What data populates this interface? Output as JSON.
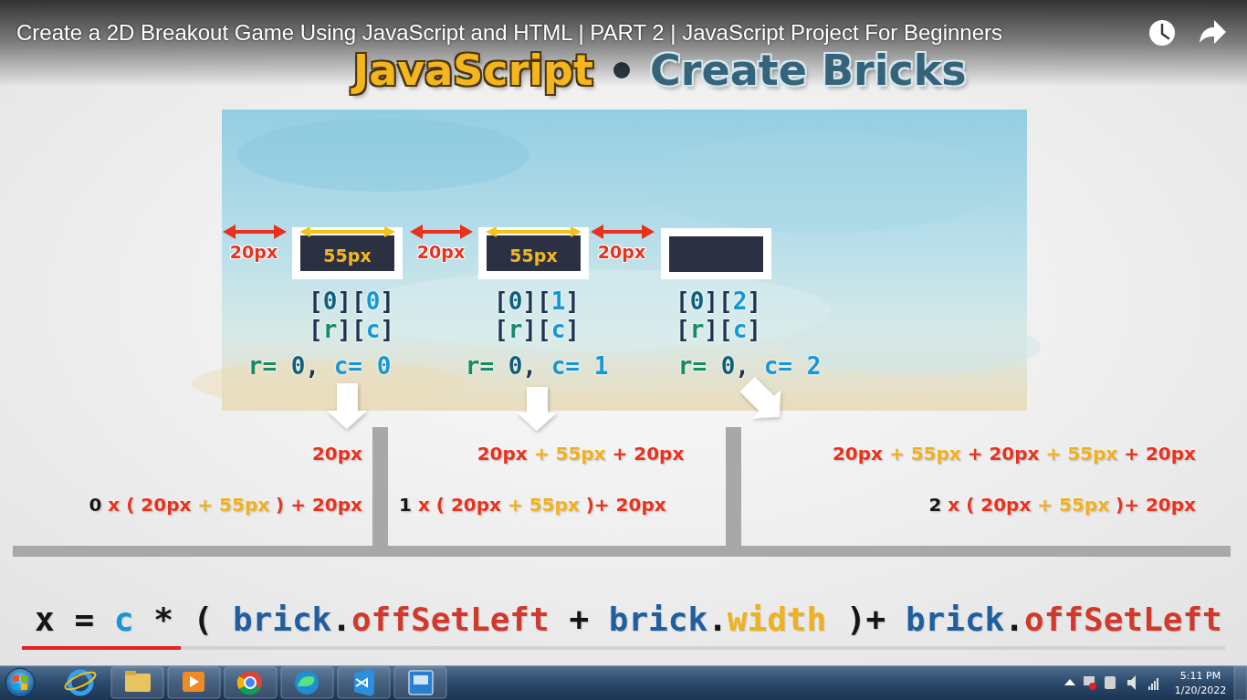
{
  "diagram": {
    "title": "Create a 2D Breakout Game Using JavaScript and HTML | PART 2 | JavaScript Project For Beginners",
    "nodes": [
      {
        "text": [
          "55px"
        ]
      },
      {
        "text": [
          "55px"
        ]
      }
    ],
    "labels": [
      "JavaScript",
      "Create Bricks",
      "20px",
      "20px",
      "20px",
      "[0][0]",
      "[r][c]",
      "r= 0, c= 0",
      "[0][1]",
      "[r][c]",
      "r= 0, c= 1",
      "[0][2]",
      "[r][c]",
      "r= 0, c= 2",
      "20px",
      "20px + 55px + 20px",
      "20px + 55px + 20px + 55px + 20px",
      "0 x ( 20px + 55px ) + 20px",
      "1 x ( 20px + 55px )+ 20px",
      "2 x ( 20px + 55px )+ 20px",
      "x = c * ( brick.offSetLeft + brick.width )+ brick.offSetLeft",
      "5:11 PM",
      "1/20/2022"
    ]
  }
}
